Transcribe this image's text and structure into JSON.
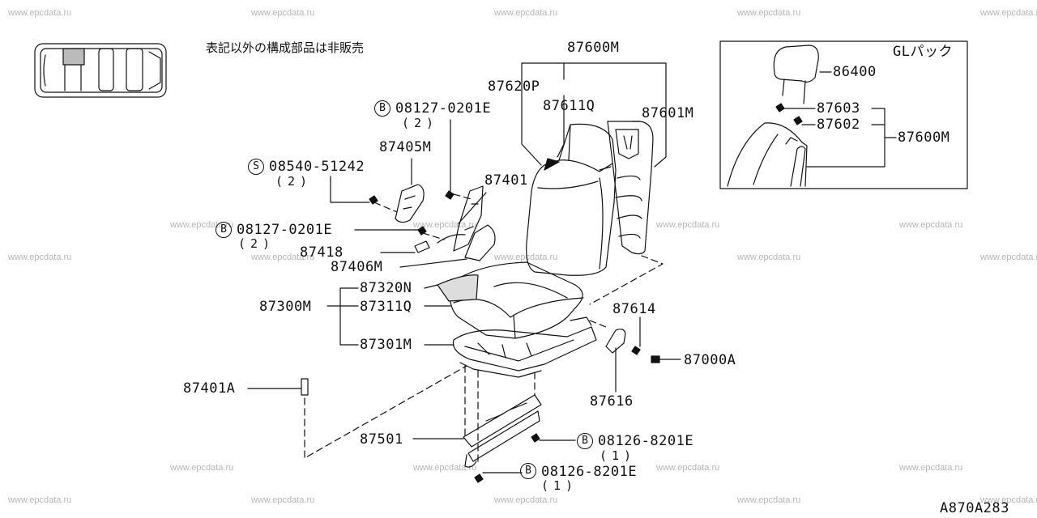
{
  "watermark": "www.epcdata.ru",
  "note": "表記以外の構成部品は非販売",
  "inset": {
    "title": "GLパック",
    "parts": [
      "86400",
      "87603",
      "87602",
      "87600M"
    ]
  },
  "callouts": {
    "p87600M": "87600M",
    "p87620P": "87620P",
    "p87611Q": "87611Q",
    "p87601M": "87601M",
    "p08127_top": "08127-0201E",
    "p08127_top_qty": "(2)",
    "p87405M": "87405M",
    "p08540": "08540-51242",
    "p08540_qty": "(2)",
    "p87401": "87401",
    "p08127_mid": "08127-0201E",
    "p08127_mid_qty": "(2)",
    "p87418": "87418",
    "p87406M": "87406M",
    "p87320N": "87320N",
    "p87300M": "87300M",
    "p87311Q": "87311Q",
    "p87301M": "87301M",
    "p87614": "87614",
    "p87000A": "87000A",
    "p87616": "87616",
    "p87401A": "87401A",
    "p87501": "87501",
    "p08126_a": "08126-8201E",
    "p08126_a_qty": "(1)",
    "p08126_b": "08126-8201E",
    "p08126_b_qty": "(1)"
  },
  "symbols": {
    "bolt": "B",
    "screw": "S"
  },
  "diagram_code": "A870A283"
}
